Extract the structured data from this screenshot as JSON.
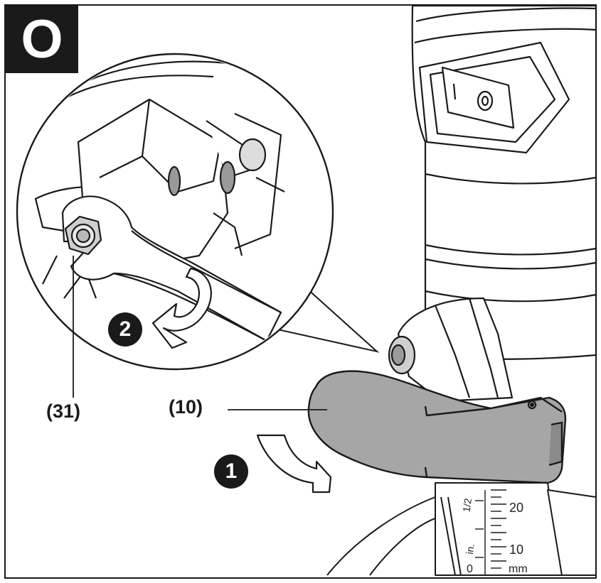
{
  "figure": {
    "panel_letter": "O",
    "callouts": {
      "nut": "(31)",
      "lever": "(10)"
    },
    "steps": [
      "1",
      "2"
    ],
    "scale": {
      "fraction": "1/2",
      "in_label": "in.",
      "zero": "0",
      "mm_label": "mm",
      "mark_20": "20",
      "mark_10": "10"
    }
  }
}
